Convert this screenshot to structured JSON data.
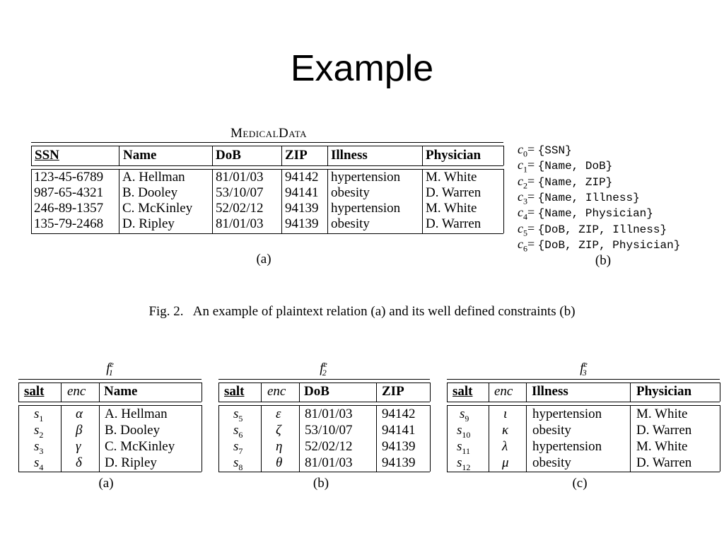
{
  "slide": {
    "title": "Example"
  },
  "table_a": {
    "caption": "MedicalData",
    "label": "(a)",
    "columns": [
      "SSN",
      "Name",
      "DoB",
      "ZIP",
      "Illness",
      "Physician"
    ],
    "rows": [
      [
        "123-45-6789",
        "A. Hellman",
        "81/01/03",
        "94142",
        "hypertension",
        "M. White"
      ],
      [
        "987-65-4321",
        "B. Dooley",
        "53/10/07",
        "94141",
        "obesity",
        "D. Warren"
      ],
      [
        "246-89-1357",
        "C. McKinley",
        "52/02/12",
        "94139",
        "hypertension",
        "M. White"
      ],
      [
        "135-79-2468",
        "D. Ripley",
        "81/01/03",
        "94139",
        "obesity",
        "D. Warren"
      ]
    ]
  },
  "constraints": {
    "label": "(b)",
    "items": [
      {
        "name": "c",
        "index": "0",
        "body": "{SSN}"
      },
      {
        "name": "c",
        "index": "1",
        "body": "{Name, DoB}"
      },
      {
        "name": "c",
        "index": "2",
        "body": "{Name, ZIP}"
      },
      {
        "name": "c",
        "index": "3",
        "body": "{Name, Illness}"
      },
      {
        "name": "c",
        "index": "4",
        "body": "{Name, Physician}"
      },
      {
        "name": "c",
        "index": "5",
        "body": "{DoB, ZIP, Illness}"
      },
      {
        "name": "c",
        "index": "6",
        "body": "{DoB, ZIP, Physician}"
      }
    ]
  },
  "figure_caption": "Fig. 2.   An example of plaintext relation (a) and its well defined constraints (b)",
  "fragments": [
    {
      "caption_base": "f",
      "caption_sup": "e",
      "caption_sub": "1",
      "label": "(a)",
      "columns": [
        "salt",
        "enc",
        "Name"
      ],
      "rows": [
        {
          "salt": "s",
          "salt_sub": "1",
          "enc": "α",
          "values": [
            "A. Hellman"
          ]
        },
        {
          "salt": "s",
          "salt_sub": "2",
          "enc": "β",
          "values": [
            "B. Dooley"
          ]
        },
        {
          "salt": "s",
          "salt_sub": "3",
          "enc": "γ",
          "values": [
            "C. McKinley"
          ]
        },
        {
          "salt": "s",
          "salt_sub": "4",
          "enc": "δ",
          "values": [
            "D. Ripley"
          ]
        }
      ]
    },
    {
      "caption_base": "f",
      "caption_sup": "e",
      "caption_sub": "2",
      "label": "(b)",
      "columns": [
        "salt",
        "enc",
        "DoB",
        "ZIP"
      ],
      "rows": [
        {
          "salt": "s",
          "salt_sub": "5",
          "enc": "ε",
          "values": [
            "81/01/03",
            "94142"
          ]
        },
        {
          "salt": "s",
          "salt_sub": "6",
          "enc": "ζ",
          "values": [
            "53/10/07",
            "94141"
          ]
        },
        {
          "salt": "s",
          "salt_sub": "7",
          "enc": "η",
          "values": [
            "52/02/12",
            "94139"
          ]
        },
        {
          "salt": "s",
          "salt_sub": "8",
          "enc": "θ",
          "values": [
            "81/01/03",
            "94139"
          ]
        }
      ]
    },
    {
      "caption_base": "f",
      "caption_sup": "e",
      "caption_sub": "3",
      "label": "(c)",
      "columns": [
        "salt",
        "enc",
        "Illness",
        "Physician"
      ],
      "rows": [
        {
          "salt": "s",
          "salt_sub": "9",
          "enc": "ι",
          "values": [
            "hypertension",
            "M. White"
          ]
        },
        {
          "salt": "s",
          "salt_sub": "10",
          "enc": "κ",
          "values": [
            "obesity",
            "D. Warren"
          ]
        },
        {
          "salt": "s",
          "salt_sub": "11",
          "enc": "λ",
          "values": [
            "hypertension",
            "M. White"
          ]
        },
        {
          "salt": "s",
          "salt_sub": "12",
          "enc": "μ",
          "values": [
            "obesity",
            "D. Warren"
          ]
        }
      ]
    }
  ]
}
